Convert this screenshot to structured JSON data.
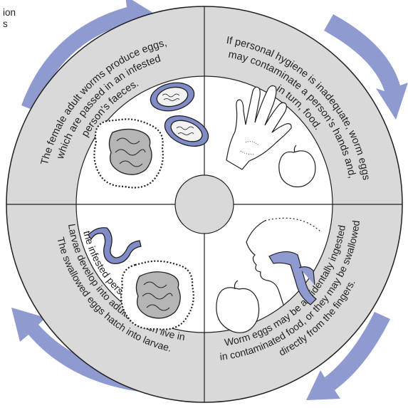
{
  "corner_text": {
    "line1": "ion",
    "line2": "s"
  },
  "quadrants": {
    "top_left": {
      "lines": [
        "The female adult worms produce eggs,",
        "which are passed in an infested",
        "person's faeces."
      ]
    },
    "top_right": {
      "lines": [
        "If personal hygiene is inadequate, worm eggs",
        "may contaminate a person's hands and,",
        "in turn, food."
      ]
    },
    "bottom_right": {
      "lines": [
        "Worm eggs may be accidentally ingested",
        "in contaminated food, or they may be swallowed",
        "directly from the fingers."
      ]
    },
    "bottom_left": {
      "lines": [
        "The swallowed eggs hatch into larvae.",
        "Larvae develop into adults, which live in",
        "the infested person's intestines."
      ]
    }
  },
  "colors": {
    "ring_fill": "#d9d9d9",
    "arrow_fill": "#8f9bd0",
    "illustration_accent": "#7f8cc8",
    "outline": "#231f20"
  },
  "icons": {
    "top_left": [
      "worm-egg-icon",
      "intestines-icon"
    ],
    "top_right": [
      "hand-icon",
      "apple-icon"
    ],
    "bottom_right": [
      "head-profile-icon",
      "throat-icon",
      "apple-icon"
    ],
    "bottom_left": [
      "larva-worm-icon",
      "intestines-icon"
    ]
  }
}
